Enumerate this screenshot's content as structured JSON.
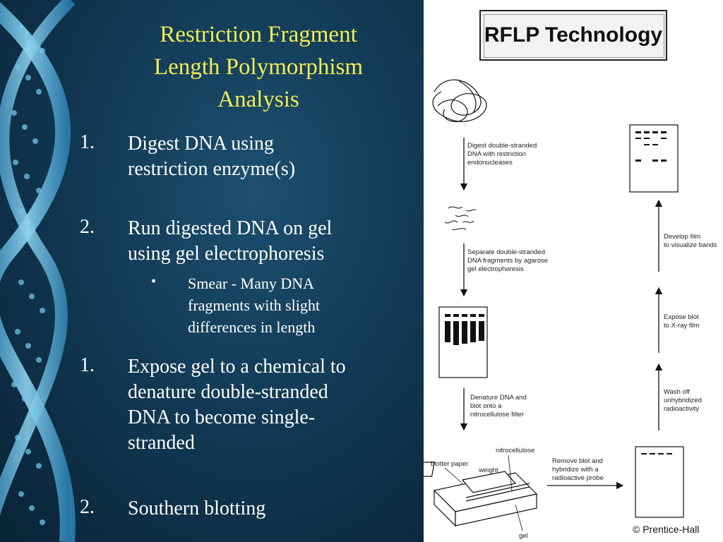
{
  "slide": {
    "title_lines": [
      "Restriction Fragment",
      "Length Polymorphism",
      "Analysis"
    ],
    "items": [
      {
        "number": "1.",
        "lines": [
          "Digest DNA using",
          "restriction enzyme(s)"
        ]
      },
      {
        "number": "2.",
        "lines": [
          "Run digested DNA on gel",
          "using gel electrophoresis"
        ],
        "sub": {
          "bullet": "•",
          "lines": [
            "Smear - Many DNA",
            "fragments with slight",
            "differences in length"
          ]
        }
      },
      {
        "number": "1.",
        "lines": [
          "Expose gel to a chemical to",
          "denature double-stranded",
          "DNA to become single-",
          "stranded"
        ]
      },
      {
        "number": "2.",
        "lines": [
          "Southern blotting"
        ]
      }
    ]
  },
  "figure": {
    "header": "RFLP Technology",
    "steps": {
      "digest": [
        "Digest double-stranded",
        "DNA with restriction",
        "endonucleases"
      ],
      "separate": [
        "Separate double-stranded",
        "DNA fragments by agarose",
        "gel electrophoresis"
      ],
      "denature": [
        "Denature DNA and",
        "blot onto a",
        "nitrocellulose filter"
      ],
      "remove": [
        "Remove blot and",
        "hybridize with a",
        "radioactive probe"
      ],
      "wash": [
        "Wash off",
        "unhybridized",
        "radioactivity"
      ],
      "expose": [
        "Expose blot",
        "to X-ray film"
      ],
      "develop": [
        "Develop film",
        "to visualize bands"
      ]
    },
    "labels": {
      "blotter": "blotter paper",
      "nitro": "nitrocellulose",
      "weight": "weight",
      "gel": "gel"
    },
    "copyright": "© Prentice-Hall"
  }
}
